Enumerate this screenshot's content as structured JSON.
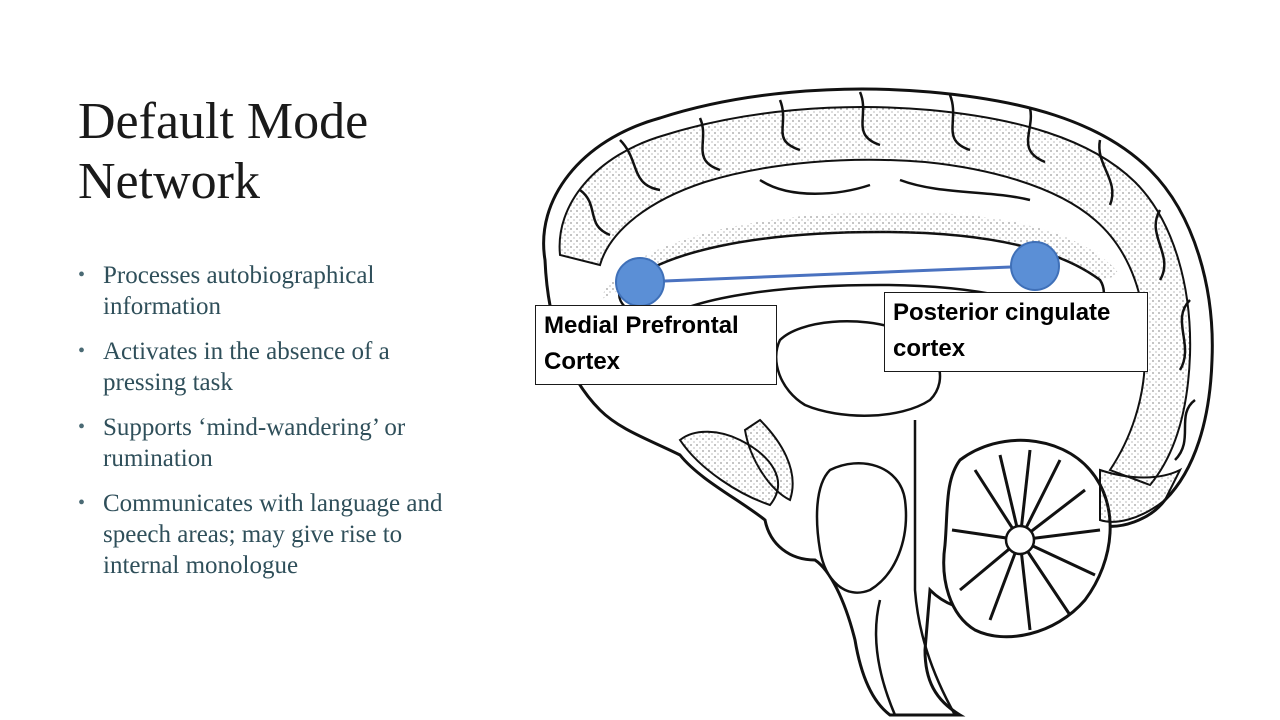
{
  "title": {
    "line1": "Default Mode",
    "line2": "Network"
  },
  "bullets": [
    "Processes autobiographical information",
    "Activates in the absence of a pressing task",
    "Supports ‘mind-wandering’ or rumination",
    "Communicates with language and speech areas; may give rise to internal monologue"
  ],
  "diagram": {
    "labels": {
      "mpfc": "Medial Prefrontal Cortex",
      "pcc": "Posterior cingulate cortex"
    },
    "node_color": "#5b8fd6",
    "connector_color": "#4a72c0"
  }
}
